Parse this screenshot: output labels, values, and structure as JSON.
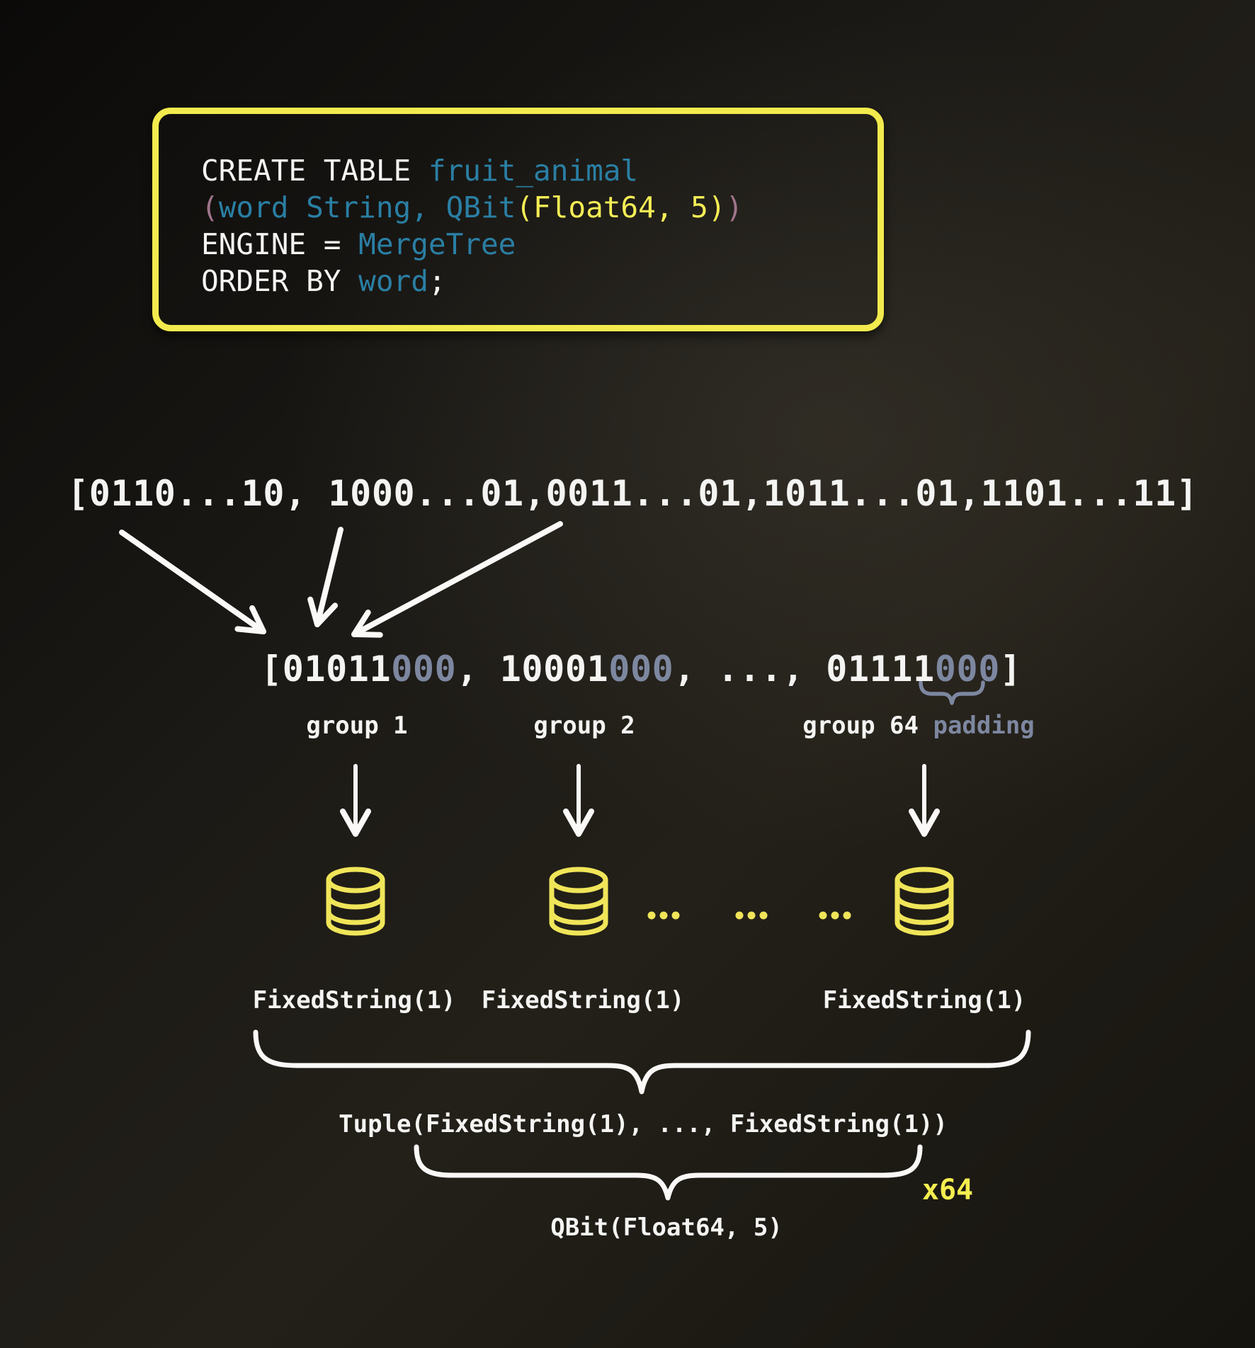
{
  "sql": {
    "l1_keyword": "CREATE TABLE ",
    "l1_table": "fruit_animal",
    "l2_open": "(",
    "l2_cols": "word String, QBit",
    "l2_args": "(Float64, 5)",
    "l2_close": ")",
    "l3_keyword": "ENGINE = ",
    "l3_engine": "MergeTree",
    "l4_keyword": "ORDER BY ",
    "l4_col": "word",
    "l4_semi": ";"
  },
  "arrays": {
    "input": "[0110...10, 1000...01,0011...01,1011...01,1101...11]",
    "grouped": [
      {
        "text": "[01011",
        "tone": "white"
      },
      {
        "text": "000",
        "tone": "muted"
      },
      {
        "text": ", 10001",
        "tone": "white"
      },
      {
        "text": "000",
        "tone": "muted"
      },
      {
        "text": ", ..., 01111",
        "tone": "white"
      },
      {
        "text": "000",
        "tone": "muted"
      },
      {
        "text": "]",
        "tone": "white"
      }
    ]
  },
  "labels": {
    "group1": "group 1",
    "group2": "group 2",
    "group64": "group 64",
    "padding": " padding",
    "fixed1": "FixedString(1)",
    "fixed2": "FixedString(1)",
    "fixed3": "FixedString(1)",
    "tuple": "Tuple(FixedString(1), ..., FixedString(1))",
    "qbit": "QBit(Float64, 5)",
    "multiplier": "x64"
  },
  "icons": [
    "database-icon",
    "down-arrow-icon",
    "mapping-arrow-icon",
    "underbrace",
    "padding-underbrace",
    "ellipsis-dots"
  ],
  "colors": {
    "accent_yellow": "#f3ea4e",
    "syntax_teal": "#2a7fa4",
    "syntax_mauve": "#a0758b",
    "syntax_yellow": "#f5ee55",
    "muted_blue_gray": "#7d87a0",
    "text_white": "#f4f4f2"
  }
}
